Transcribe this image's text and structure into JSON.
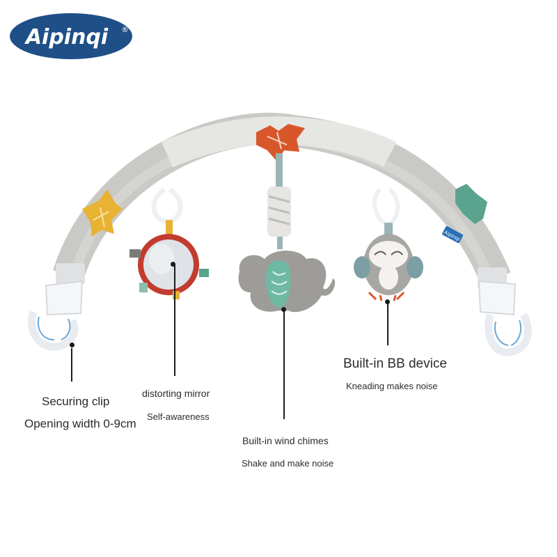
{
  "brand": {
    "name": "Aipinqi",
    "registered": "®",
    "color": "#1e4f87"
  },
  "product": {
    "badge_text": "Aipinqi",
    "colors": {
      "arch": "#c9c9c6",
      "arch_light": "#e3e3e0",
      "leaf_orange": "#d8572a",
      "leaf_yellow": "#e8b233",
      "leaf_teal": "#5aa38d",
      "mirror_rim": "#c23c2e",
      "elephant": "#9d9c98",
      "owl": "#a8a7a3",
      "clip": "#f4f6f8"
    }
  },
  "callouts": {
    "clip": {
      "title": "Securing clip",
      "subtitle": "Opening width 0-9cm"
    },
    "mirror": {
      "title": "distorting mirror",
      "subtitle": "Self-awareness"
    },
    "chimes": {
      "title": "Built-in wind chimes",
      "subtitle": "Shake and make noise"
    },
    "bb": {
      "title": "Built-in BB device",
      "subtitle": "Kneading makes noise"
    }
  }
}
